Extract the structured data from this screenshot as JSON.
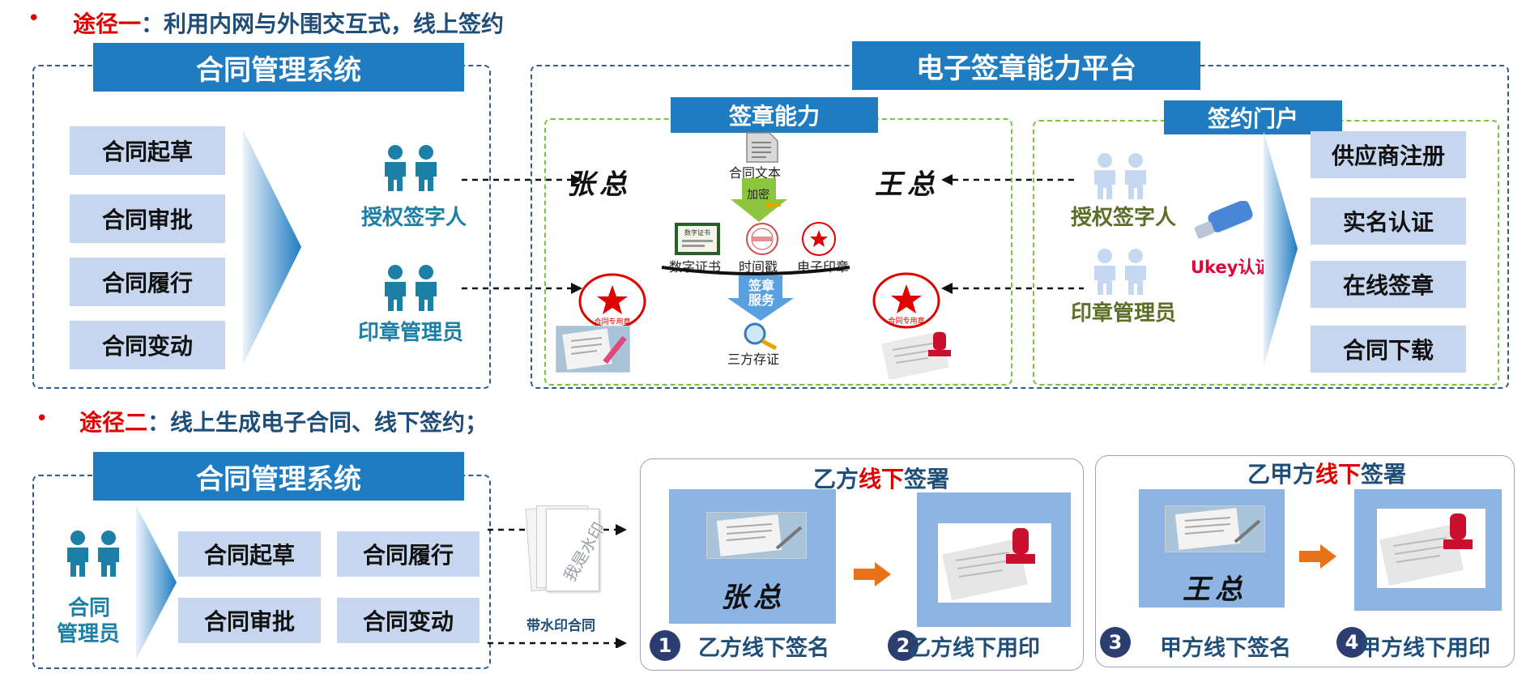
{
  "route1": {
    "bullet": "•",
    "label": "途径一",
    "text": "：利用内网与外围交互式，线上签约"
  },
  "route2": {
    "bullet": "•",
    "label": "途径二",
    "text": "：线上生成电子合同、线下签约；"
  },
  "top_cms": {
    "title": "合同管理系统",
    "items": [
      "合同起草",
      "合同审批",
      "合同履行",
      "合同变动"
    ],
    "roles": [
      "授权签字人",
      "印章管理员"
    ]
  },
  "platform": {
    "title": "电子签章能力平台",
    "signing_capability": {
      "title": "签章能力",
      "contract_text": "合同文本",
      "encrypt": "加密",
      "cert_items": [
        "数字证书",
        "时间戳",
        "电子印章"
      ],
      "service": "签章服务",
      "evidence": "三方存证",
      "sig_left": "张总",
      "sig_right": "王总",
      "seal_text": "合同专用章"
    },
    "portal": {
      "title": "签约门户",
      "roles": [
        "授权签字人",
        "印章管理员"
      ],
      "ukey": "Ukey认证",
      "items": [
        "供应商注册",
        "实名认证",
        "在线签章",
        "合同下载"
      ]
    }
  },
  "bottom_cms": {
    "title": "合同管理系统",
    "role_line1": "合同",
    "role_line2": "管理员",
    "items": [
      "合同起草",
      "合同履行",
      "合同审批",
      "合同变动"
    ],
    "watermark_doc": "带水印合同",
    "watermark_text": "我是水印"
  },
  "party_b": {
    "title_pre": "乙方",
    "title_red": "线下",
    "title_post": "签署",
    "sig": "张总",
    "steps": [
      {
        "num": "1",
        "text": "乙方线下签名"
      },
      {
        "num": "2",
        "text": "乙方线下用印"
      }
    ]
  },
  "party_ab": {
    "title_pre": "乙甲方",
    "title_red": "线下",
    "title_post": "签署",
    "sig": "王总",
    "steps": [
      {
        "num": "3",
        "text": "甲方线下签名"
      },
      {
        "num": "4",
        "text": "甲方线下用印"
      }
    ]
  },
  "colors": {
    "title_bar": "#1f7cc1",
    "item_bg": "#c6d6ee",
    "panel_bg": "#8eb4e3",
    "red": "#e00000",
    "heading": "#1f4e79",
    "teal": "#1b7fa6",
    "olive": "#5e6e27",
    "arrow_orange": "#e8711a"
  }
}
